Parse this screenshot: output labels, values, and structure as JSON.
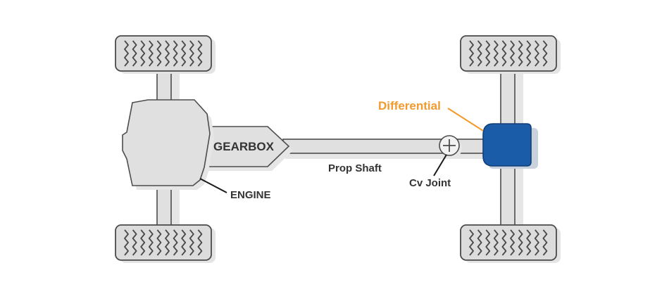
{
  "labels": {
    "gearbox": "GEARBOX",
    "engine": "ENGINE",
    "prop_shaft": "Prop Shaft",
    "cv_joint": "Cv Joint",
    "differential": "Differential"
  },
  "colors": {
    "differential_fill": "#1a5ca8",
    "differential_label": "#f29a2e",
    "text": "#333333",
    "part_fill": "#e0e0e0",
    "outline": "#4d4d4d"
  }
}
